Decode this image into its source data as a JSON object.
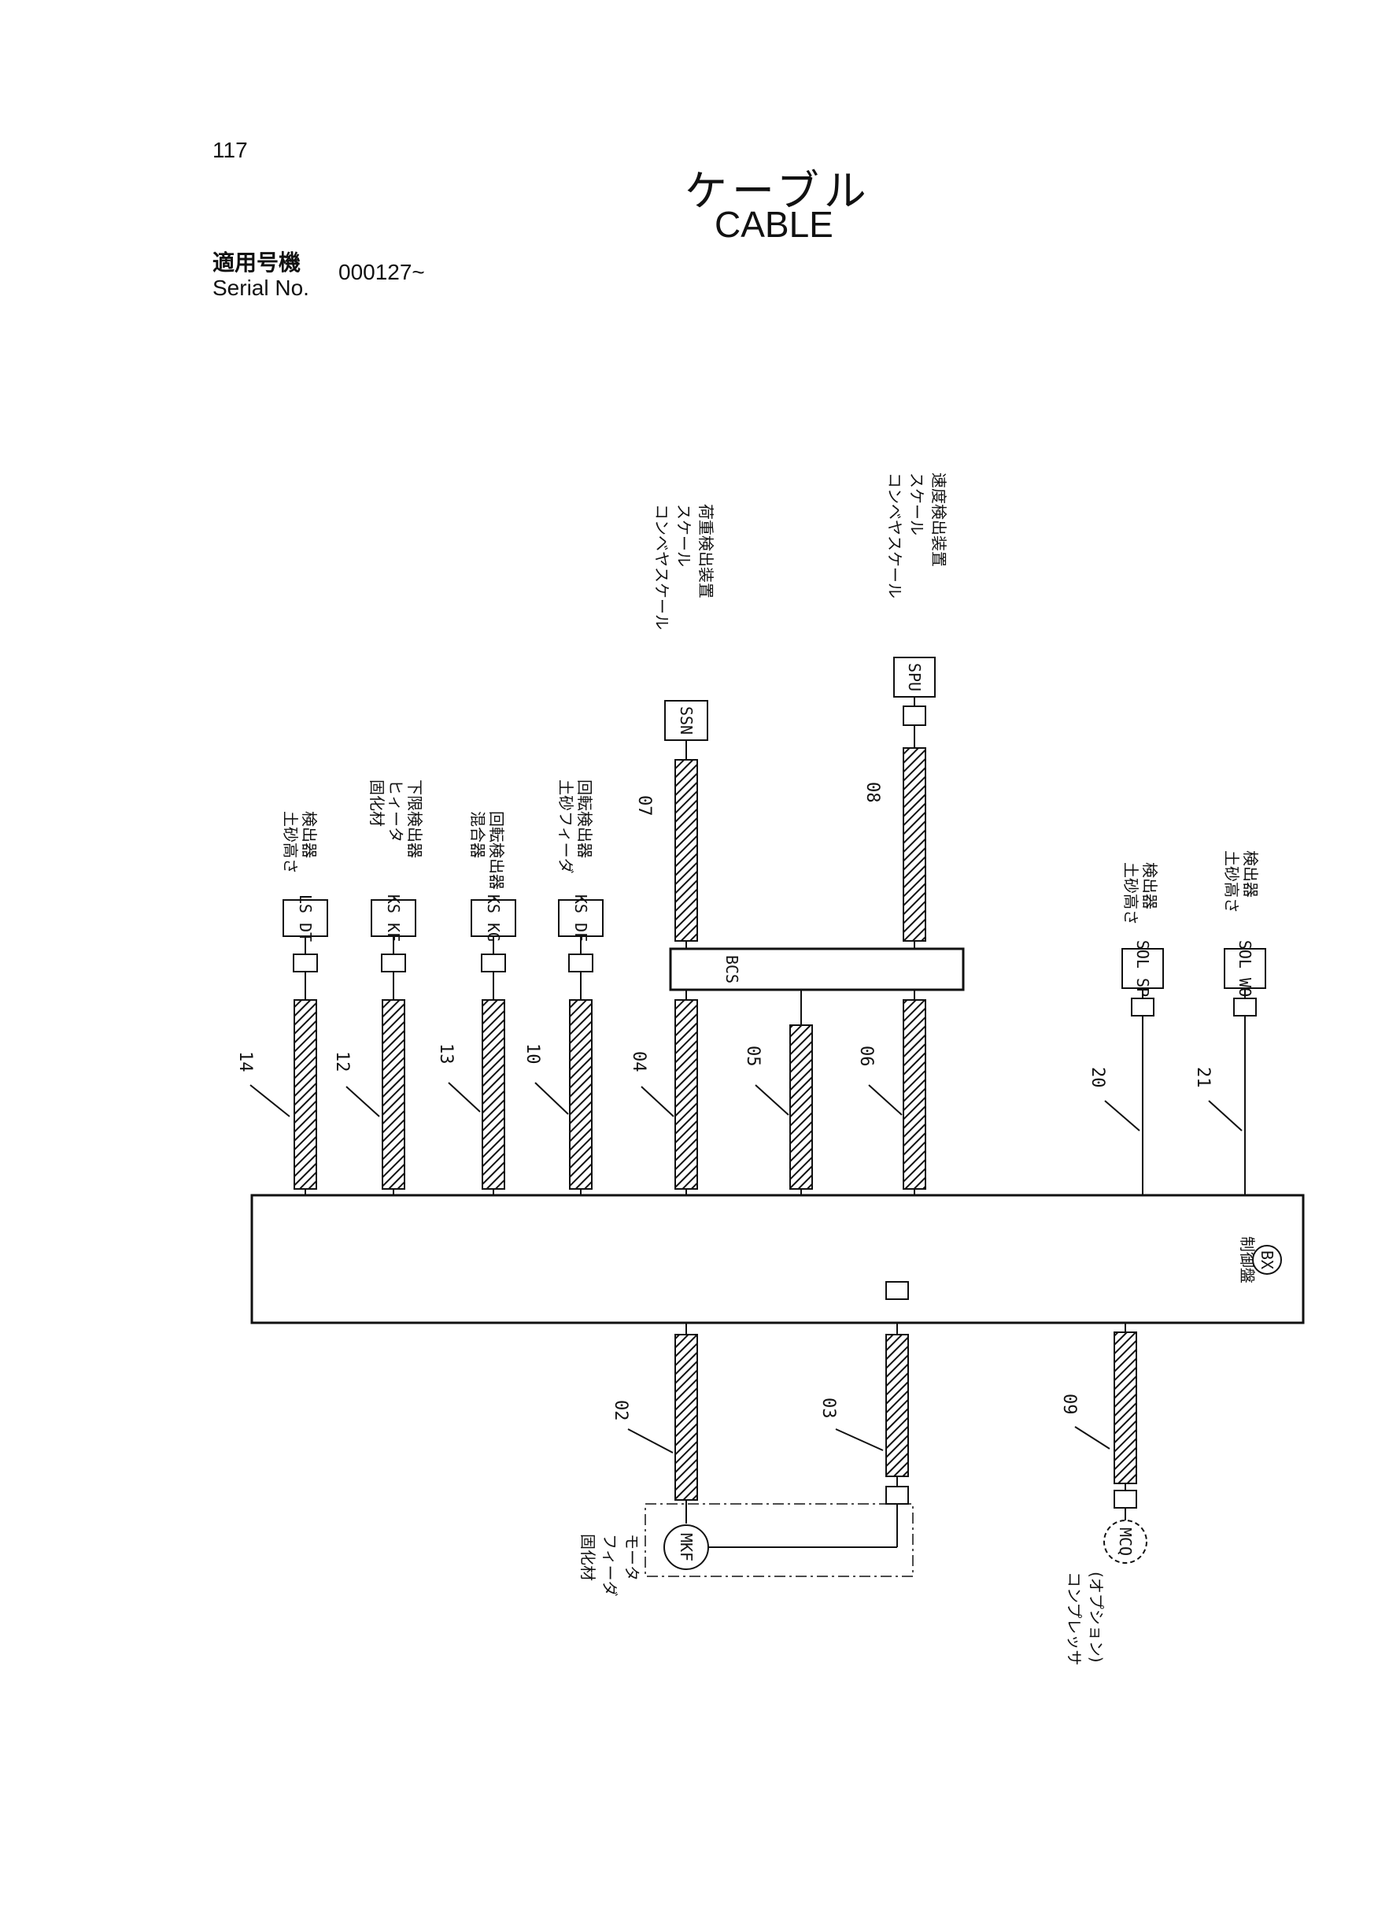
{
  "header": {
    "page_number": "117",
    "title_jp": "ケーブル",
    "title_en": "CABLE",
    "serial_label_jp": "適用号機",
    "serial_label_en": "Serial No.",
    "serial_value": "000127~"
  },
  "diagram": {
    "main_box": {
      "label_jp": "制御盤",
      "code": "BX"
    },
    "junction_box": {
      "code": "BCS"
    },
    "top_devices": [
      {
        "code": "LS DT",
        "desc": [
          "土砂高さ",
          "検出器"
        ]
      },
      {
        "code": "KS KF",
        "desc": [
          "固化材",
          "ヒィータ",
          "下限検出器"
        ]
      },
      {
        "code": "KS KG",
        "desc": [
          "混合器",
          "回転検出器"
        ]
      },
      {
        "code": "KS DF",
        "desc": [
          "土砂フィーダ",
          "回転検出器"
        ]
      },
      {
        "code": "SSN",
        "desc": [
          "コンベヤスケール",
          "スケール",
          "荷重検出装置"
        ]
      },
      {
        "code": "SPU",
        "desc": [
          "コンベヤスケール",
          "スケール",
          "速度検出装置"
        ]
      },
      {
        "code": "SOL SP",
        "desc": [
          "土砂高さ",
          "検出器"
        ]
      },
      {
        "code": "SOL WO",
        "desc": [
          "土砂高さ",
          "検出器"
        ]
      }
    ],
    "bottom_devices": [
      {
        "code": "MKF",
        "desc": [
          "固化材",
          "フィーダ",
          "モータ"
        ]
      },
      {
        "code": "MCQ",
        "desc": [
          "コンプレッサ",
          "(オプション)"
        ]
      }
    ],
    "cable_numbers": [
      "14",
      "12",
      "13",
      "10",
      "04",
      "05",
      "06",
      "20",
      "21",
      "07",
      "08",
      "02",
      "03",
      "09"
    ]
  }
}
